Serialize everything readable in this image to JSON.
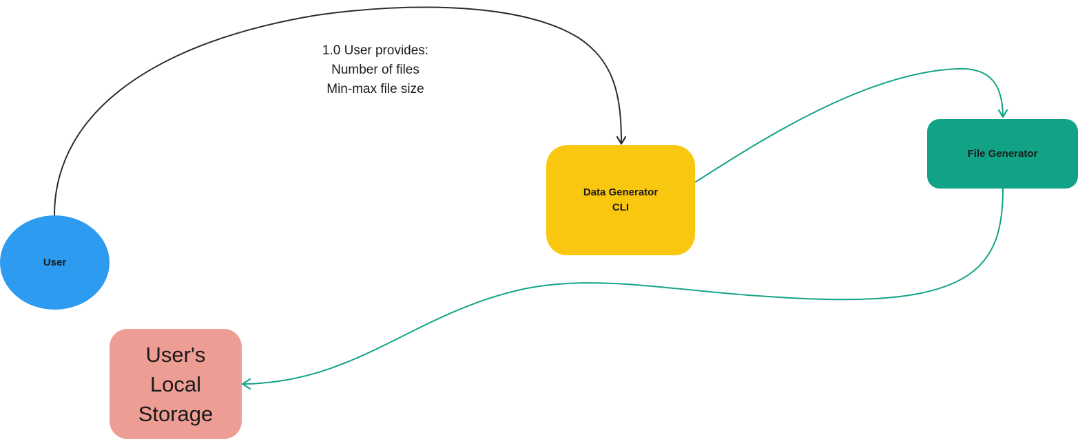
{
  "diagram": {
    "nodes": {
      "user": {
        "label": "User",
        "color": "#2d9bf0",
        "shape": "ellipse"
      },
      "data_generator": {
        "label": "Data Generator\nCLI",
        "color": "#fac710",
        "shape": "rounded-rectangle"
      },
      "file_generator": {
        "label": "File Generator",
        "color": "#12a386",
        "shape": "rounded-rectangle"
      },
      "local_storage": {
        "label": "User's\nLocal\nStorage",
        "color": "#ed9d94",
        "shape": "rounded-rectangle"
      }
    },
    "edges": [
      {
        "from": "user",
        "to": "data_generator",
        "label": "1.0 User provides:\nNumber of files\nMin-max file size",
        "color": "#2b2b2b"
      },
      {
        "from": "data_generator",
        "to": "file_generator",
        "label": "",
        "color": "#12a386"
      },
      {
        "from": "file_generator",
        "to": "local_storage",
        "label": "",
        "color": "#12a386"
      }
    ]
  }
}
